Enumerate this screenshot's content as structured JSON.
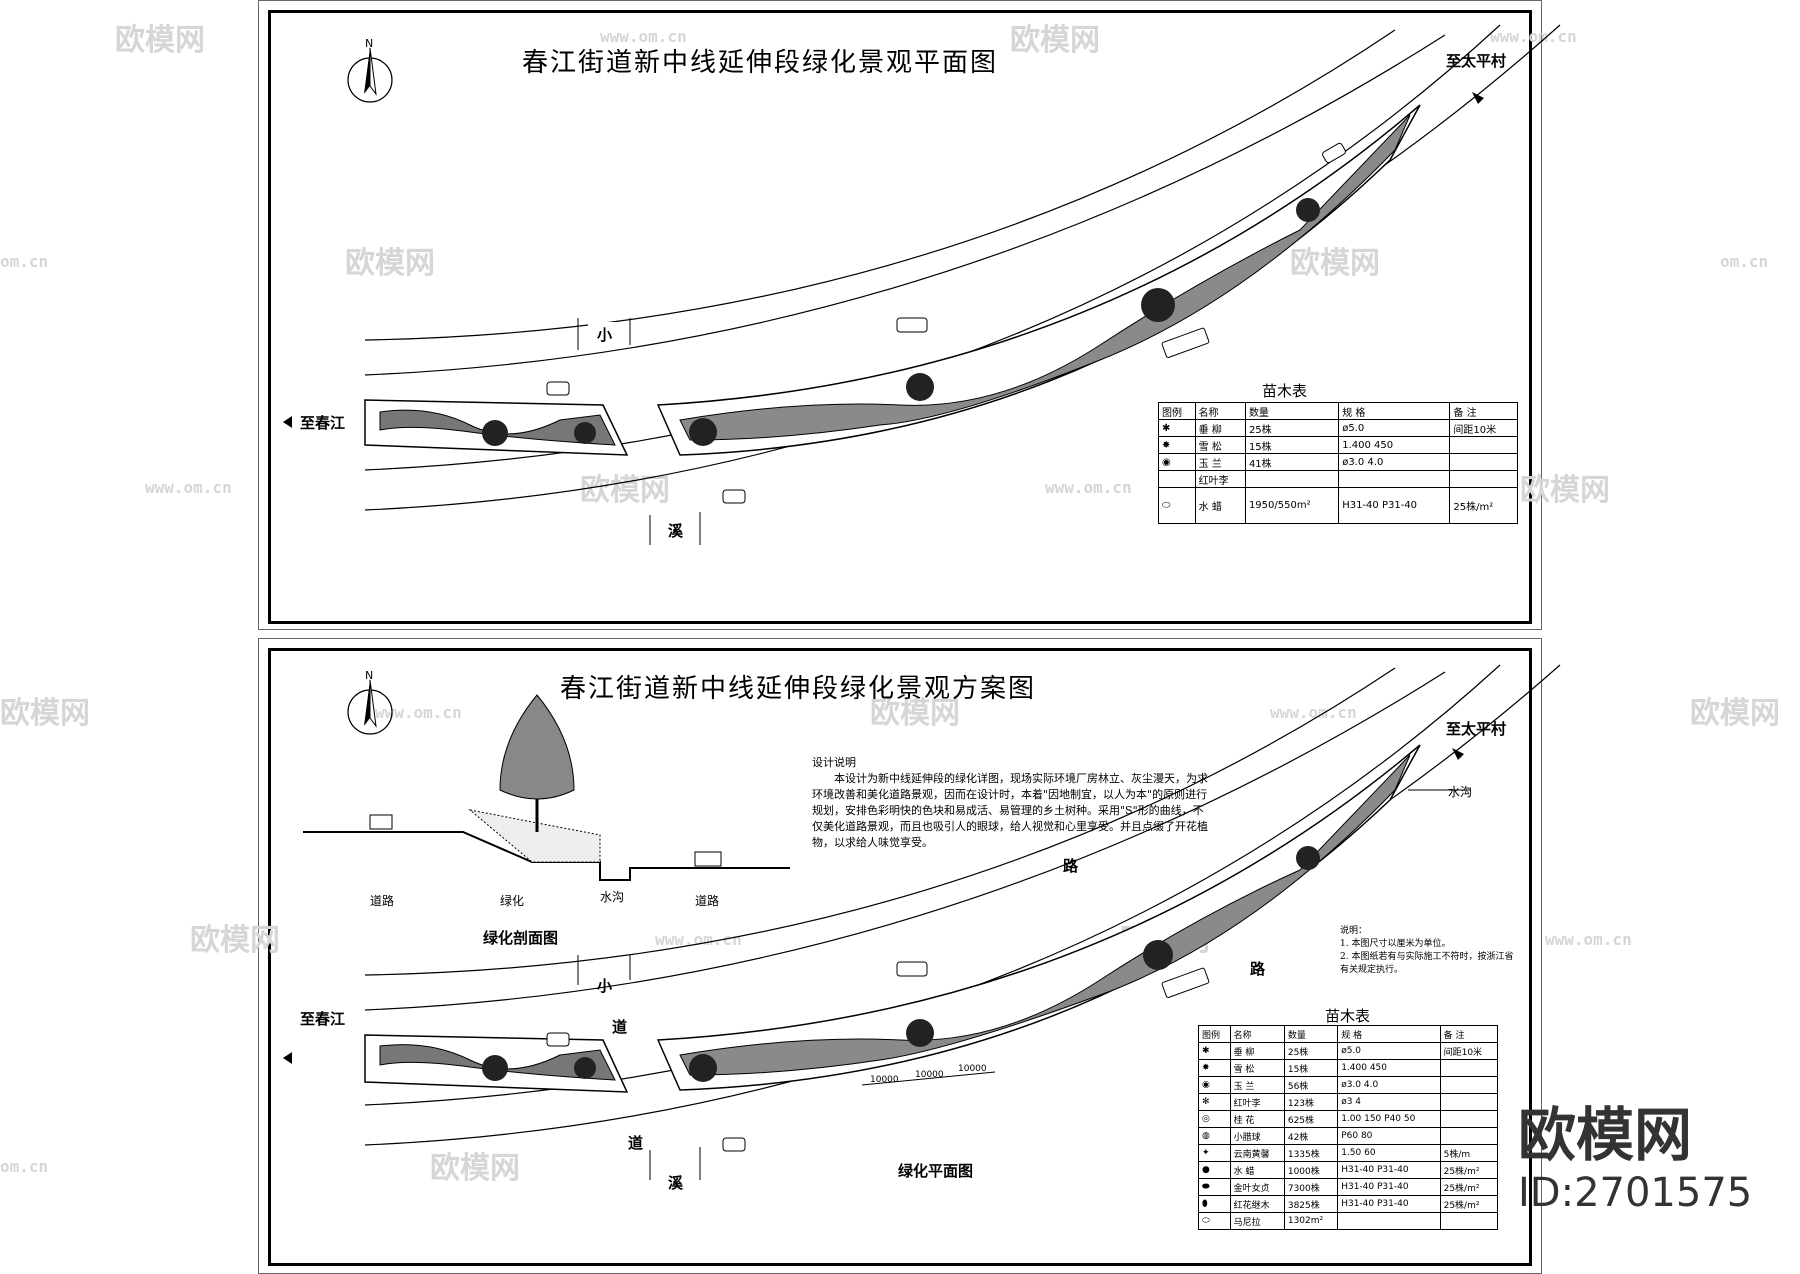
{
  "watermark": {
    "brand": "欧模网",
    "site": "www.om.cn",
    "site_short": "om.cn"
  },
  "brand_badge": {
    "name": "欧模网",
    "id": "ID:2701575"
  },
  "sheet1": {
    "title": "春江街道新中线延伸段绿化景观平面图",
    "north": "N",
    "to_left": "至春江",
    "to_right": "至太平村",
    "road_char_1": "小",
    "road_char_2": "溪",
    "table_title": "苗木表",
    "table_head": [
      "图例",
      "名称",
      "数量",
      "规  格",
      "备  注"
    ],
    "table_rows": [
      [
        "",
        "垂 柳",
        "25株",
        "ø5.0",
        "间距10米"
      ],
      [
        "",
        "雪 松",
        "15株",
        "1.400 450",
        ""
      ],
      [
        "",
        "玉 兰",
        "41株",
        "ø3.0 4.0",
        ""
      ],
      [
        "",
        "红叶李",
        "",
        "",
        ""
      ],
      [
        "",
        "水 蜡",
        "1950/550m²",
        "H31-40  P31-40",
        "25株/m²"
      ]
    ]
  },
  "sheet2": {
    "title": "春江街道新中线延伸段绿化景观方案图",
    "north": "N",
    "to_left": "至春江",
    "to_right": "至太平村",
    "ditch_label": "水沟",
    "section_labels": [
      "道路",
      "绿化",
      "水沟",
      "道路"
    ],
    "section_title": "绿化剖面图",
    "plan_title": "绿化平面图",
    "road_chars": [
      "小",
      "道",
      "道",
      "溪",
      "路",
      "路"
    ],
    "dims": [
      "10000",
      "10000",
      "10000"
    ],
    "desc_title": "设计说明",
    "desc_body": "本设计为新中线延伸段的绿化详图，现场实际环境厂房林立、灰尘漫天，为求环境改善和美化道路景观，因而在设计时，本着\"因地制宜，以人为本\"的原则进行规划，安排色彩明快的色块和易成活、易管理的乡土树种。采用\"S\"形的曲线，不仅美化道路景观，而且也吸引人的眼球，给人视觉和心里享受。并且点缀了开花植物，以求给人味觉享受。",
    "notes_title": "说明：",
    "notes": [
      "1. 本图尺寸以厘米为单位。",
      "2. 本图纸若有与实际施工不符时，按浙江省",
      "   有关规定执行。"
    ],
    "table_title": "苗木表",
    "table_head": [
      "图例",
      "名称",
      "数量",
      "规  格",
      "备  注"
    ],
    "table_rows": [
      [
        "",
        "垂 柳",
        "25株",
        "ø5.0",
        "间距10米"
      ],
      [
        "",
        "雪 松",
        "15株",
        "1.400 450",
        ""
      ],
      [
        "",
        "玉 兰",
        "56株",
        "ø3.0 4.0",
        ""
      ],
      [
        "",
        "红叶李",
        "123株",
        "ø3 4",
        ""
      ],
      [
        "",
        "桂 花",
        "625株",
        "1.00 150 P40 50",
        ""
      ],
      [
        "",
        "小腊球",
        "42株",
        "P60 80",
        ""
      ],
      [
        "",
        "云南黄馨",
        "1335株",
        "1.50 60",
        "5株/m"
      ],
      [
        "",
        "水 蜡",
        "1000株",
        "H31-40 P31-40",
        "25株/m²"
      ],
      [
        "",
        "金叶女贞",
        "7300株",
        "H31-40 P31-40",
        "25株/m²"
      ],
      [
        "",
        "红花继木",
        "3825株",
        "H31-40 P31-40",
        "25株/m²"
      ],
      [
        "",
        "马尼拉",
        "1302m²",
        "",
        ""
      ]
    ]
  }
}
